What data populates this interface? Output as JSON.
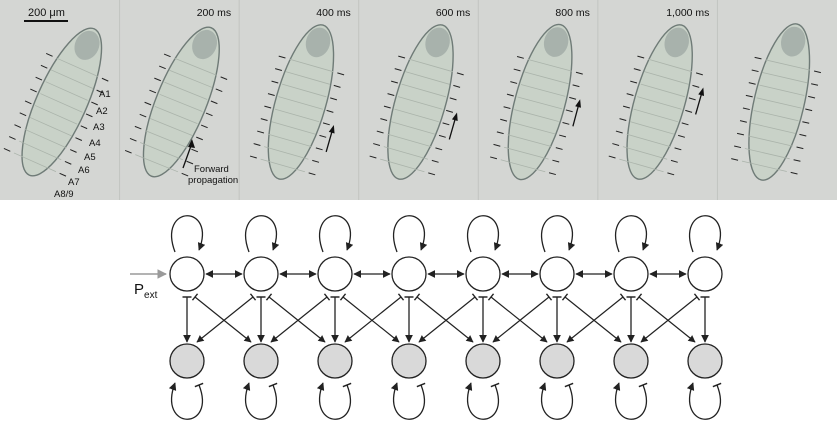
{
  "photo_strip": {
    "scale_bar_label": "200 μm",
    "segment_labels": [
      "A1",
      "A2",
      "A3",
      "A4",
      "A5",
      "A6",
      "A7",
      "A8/9"
    ],
    "time_labels": [
      "",
      "200 ms",
      "400 ms",
      "600 ms",
      "800 ms",
      "1,000 ms",
      ""
    ],
    "wave_segment_per_frame": [
      null,
      6,
      5,
      4,
      3,
      2,
      null
    ],
    "annotation_line1": "Forward",
    "annotation_line2": "propagation",
    "colors": {
      "background": "#d4d6d3",
      "larva_body": "#c9d2c8",
      "larva_outline": "#6f7b77"
    }
  },
  "network": {
    "input_label_main": "P",
    "input_label_sub": "ext",
    "segment_count": 8,
    "colors": {
      "excitatory_fill": "#ffffff",
      "inhibitory_fill": "#d9d9d9",
      "stroke": "#222222",
      "input_arrow": "#9a9a9a"
    }
  }
}
